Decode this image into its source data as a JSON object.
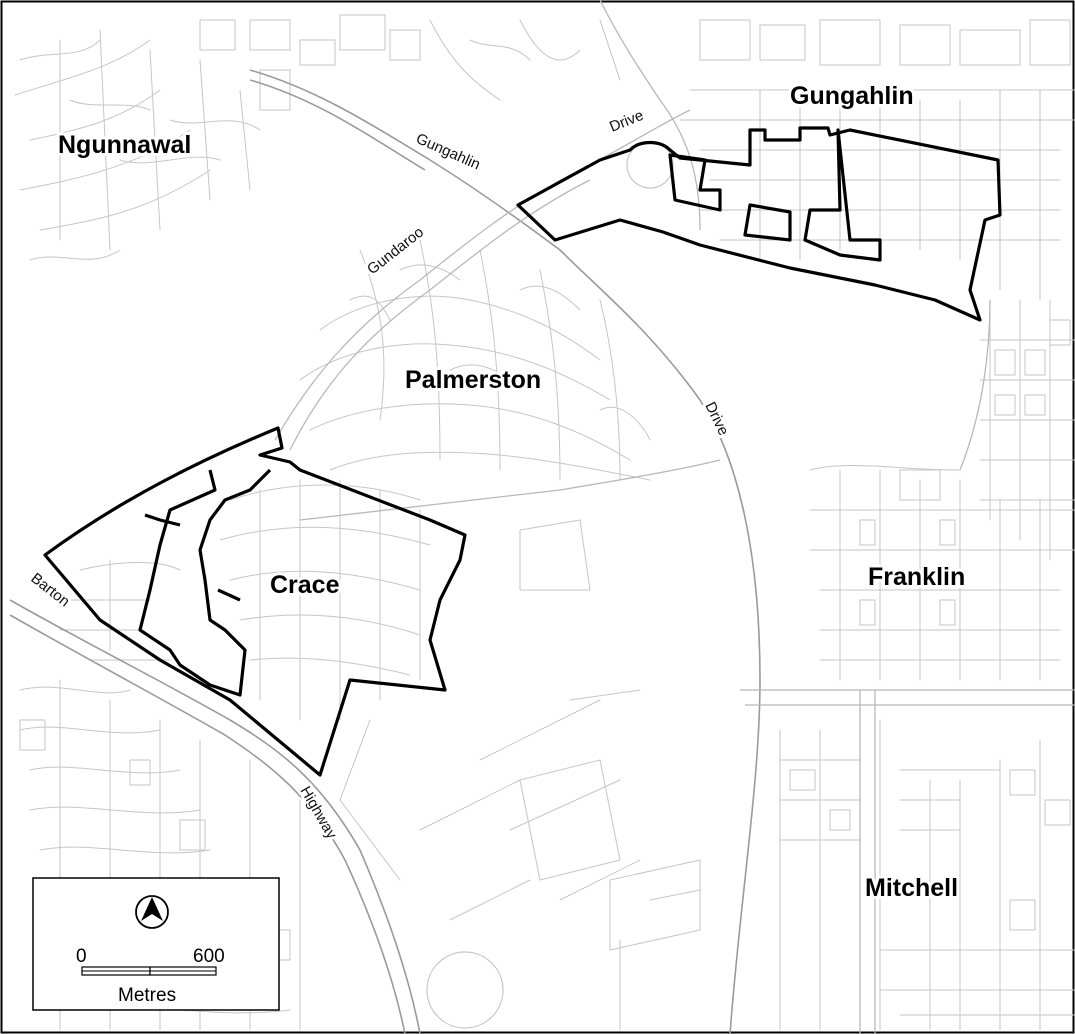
{
  "suburbs": {
    "ngunnawal": "Ngunnawal",
    "gungahlin": "Gungahlin",
    "palmerston": "Palmerston",
    "crace": "Crace",
    "franklin": "Franklin",
    "mitchell": "Mitchell"
  },
  "roads": {
    "gungahlin_drive_a": "Gungahlin",
    "gungahlin_drive_b": "Drive",
    "gundaroo": "Gundaroo",
    "drive_east": "Drive",
    "barton": "Barton",
    "highway": "Highway"
  },
  "scale_bar": {
    "start": "0",
    "end": "600",
    "unit": "Metres"
  },
  "north_arrow": "north-arrow-icon"
}
